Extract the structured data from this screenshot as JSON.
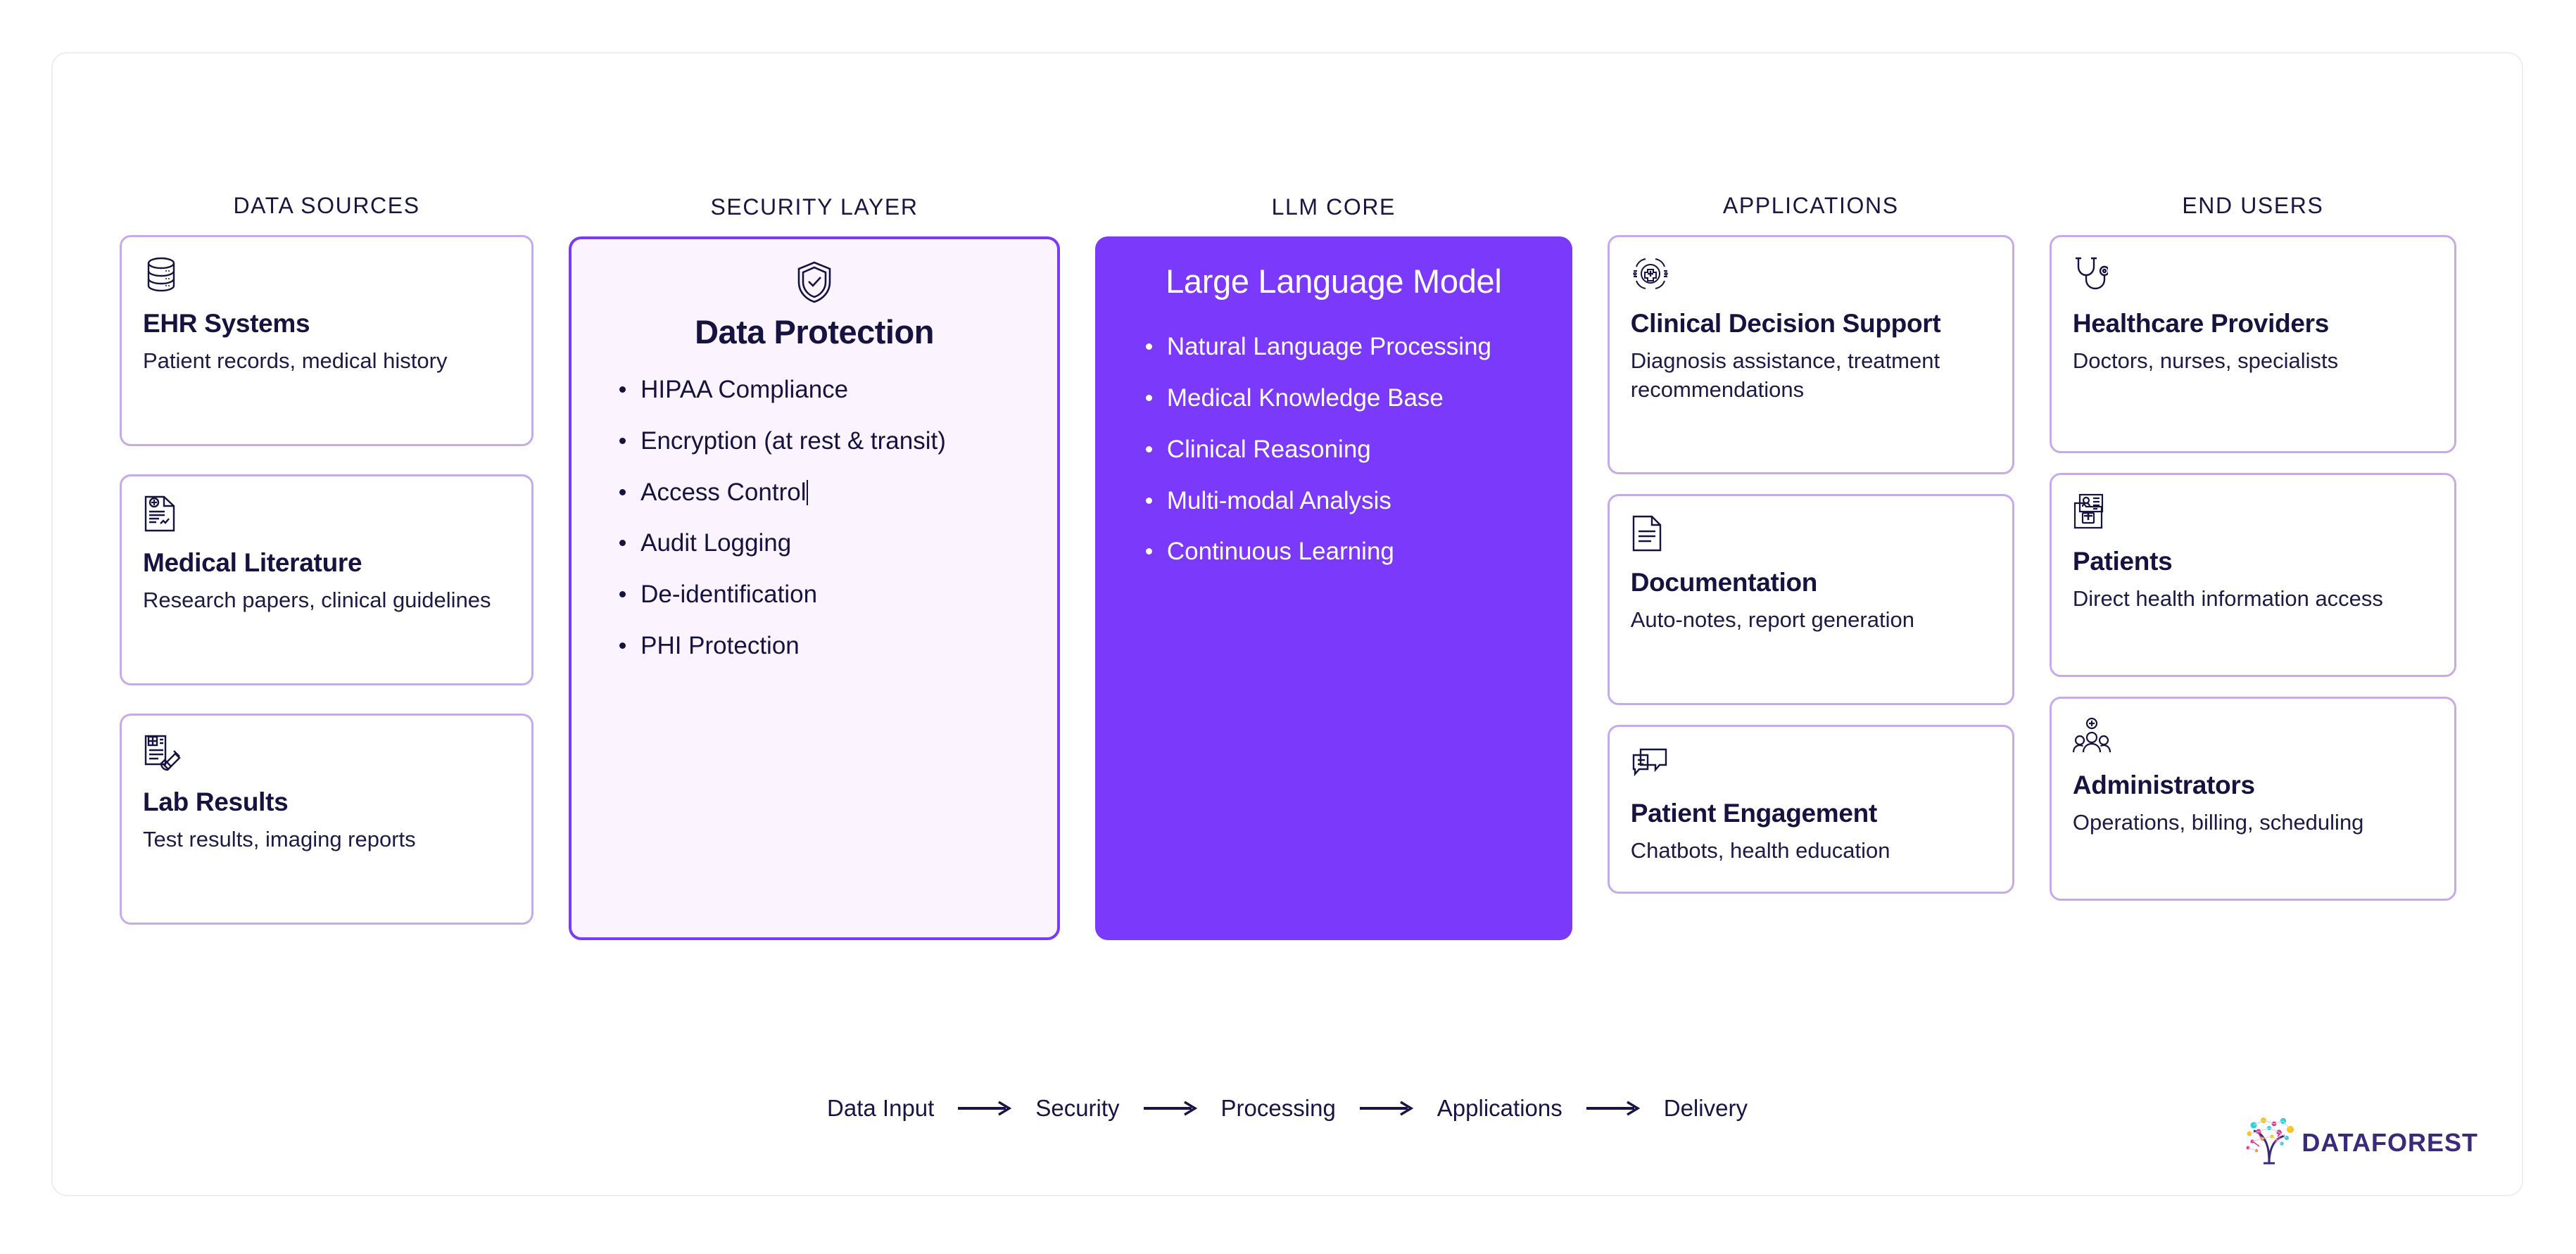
{
  "columns": [
    {
      "title": "DATA SOURCES",
      "cards": [
        {
          "icon": "database-icon",
          "title": "EHR Systems",
          "desc": "Patient records, medical history"
        },
        {
          "icon": "medical-document-icon",
          "title": "Medical Literature",
          "desc": "Research papers, clinical guidelines"
        },
        {
          "icon": "lab-test-icon",
          "title": "Lab Results",
          "desc": "Test results, imaging reports"
        }
      ]
    },
    {
      "title": "SECURITY LAYER",
      "highlight_card": {
        "icon": "shield-check-icon",
        "title": "Data Protection",
        "items": [
          "HIPAA Compliance",
          "Encryption (at rest & transit)",
          "Access Control",
          "Audit Logging",
          "De-identification",
          "PHI Protection"
        ],
        "caret_after_item_index": 2
      }
    },
    {
      "title": "LLM CORE",
      "core_card": {
        "title": "Large Language Model",
        "items": [
          "Natural Language Processing",
          "Medical Knowledge Base",
          "Clinical Reasoning",
          "Multi-modal Analysis",
          "Continuous Learning"
        ]
      }
    },
    {
      "title": "APPLICATIONS",
      "cards": [
        {
          "icon": "clinical-support-icon",
          "title": "Clinical Decision Support",
          "desc": "Diagnosis assistance, treatment recommendations"
        },
        {
          "icon": "document-icon",
          "title": "Documentation",
          "desc": "Auto-notes, report generation"
        },
        {
          "icon": "chat-bubbles-icon",
          "title": "Patient Engagement",
          "desc": "Chatbots, health education"
        }
      ]
    },
    {
      "title": "END USERS",
      "cards": [
        {
          "icon": "stethoscope-icon",
          "title": "Healthcare Providers",
          "desc": "Doctors, nurses, specialists"
        },
        {
          "icon": "patient-folder-icon",
          "title": "Patients",
          "desc": "Direct health information access"
        },
        {
          "icon": "admin-group-icon",
          "title": "Administrators",
          "desc": "Operations, billing, scheduling"
        }
      ]
    }
  ],
  "flow": {
    "steps": [
      "Data Input",
      "Security",
      "Processing",
      "Applications",
      "Delivery"
    ]
  },
  "logo": {
    "wordmark": "DATAFOREST",
    "icon": "dataforest-tree-icon"
  },
  "colors": {
    "accent_purple": "#7b39fb",
    "card_border": "#c7abe9",
    "security_bg": "#fbf4ff",
    "text_dark": "#171340",
    "logo_text": "#3a2a7a"
  }
}
